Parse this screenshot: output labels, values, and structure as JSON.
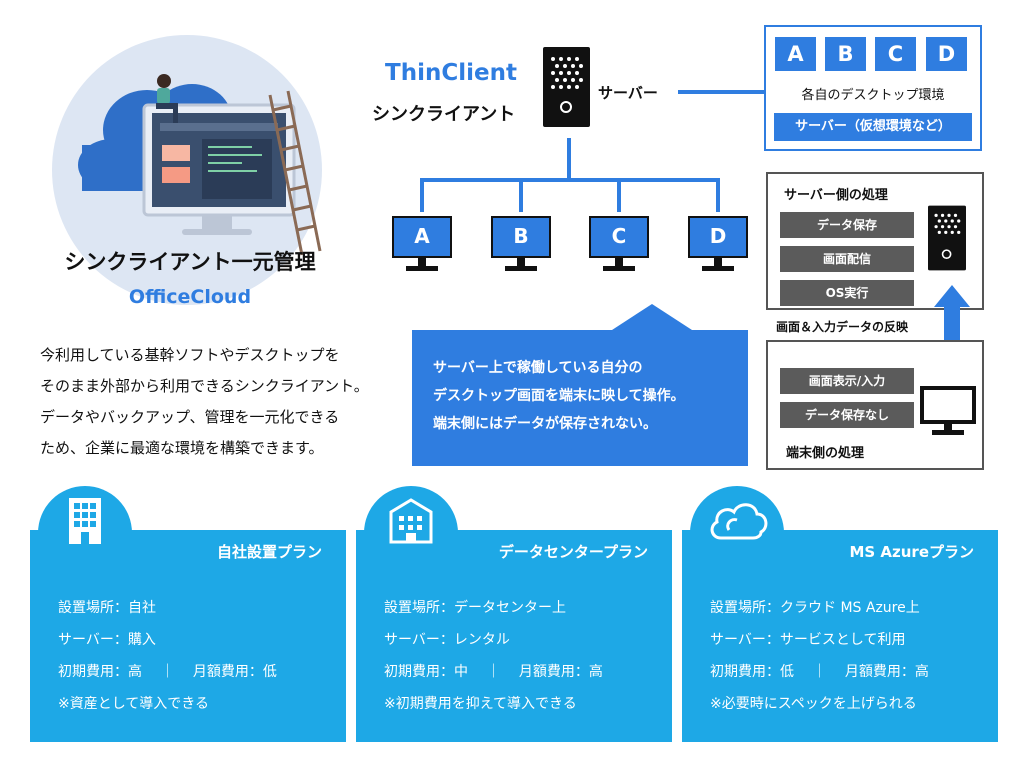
{
  "hero": {
    "title": "シンクライアント一元管理",
    "subtitle": "OfficeCloud"
  },
  "intro": {
    "lines": [
      "今利用している基幹ソフトやデスクトップを",
      "そのまま外部から利用できるシンクライアント。",
      "データやバックアップ、管理を一元化できる",
      "ため、企業に最適な環境を構築できます。"
    ]
  },
  "diagram": {
    "thinclient_en": "ThinClient",
    "thinclient_ja": "シンクライアント",
    "server_label": "サーバー",
    "terminals": [
      "A",
      "B",
      "C",
      "D"
    ],
    "env_letters": [
      "A",
      "B",
      "C",
      "D"
    ],
    "env_caption": "各自のデスクトップ環境",
    "env_server": "サーバー（仮想環境など）"
  },
  "server_side": {
    "title": "サーバー側の処理",
    "items": [
      "データ保存",
      "画面配信",
      "OS実行"
    ]
  },
  "reflect_label": "画面＆入力データの反映",
  "client_side": {
    "title": "端末側の処理",
    "items": [
      "画面表示/入力",
      "データ保存なし"
    ]
  },
  "callout": {
    "lines": [
      "サーバー上で稼働している自分の",
      "デスクトップ画面を端末に映して操作。",
      "端末側にはデータが保存されない。"
    ]
  },
  "plans": [
    {
      "icon": "building-icon",
      "title": "自社設置プラン",
      "lines": [
        "設置場所：自社",
        "サーバー：購入",
        "初期費用：高　 ｜　 月額費用：低",
        "※資産として導入できる"
      ]
    },
    {
      "icon": "datacenter-icon",
      "title": "データセンタープラン",
      "lines": [
        "設置場所：データセンター上",
        "サーバー：レンタル",
        "初期費用：中　 ｜　 月額費用：高",
        "※初期費用を抑えて導入できる"
      ]
    },
    {
      "icon": "cloud-icon",
      "title": "MS Azureプラン",
      "lines": [
        "設置場所：クラウド MS Azure上",
        "サーバー：サービスとして利用",
        "初期費用：低　 ｜　 月額費用：高",
        "※必要時にスペックを上げられる"
      ]
    }
  ],
  "colors": {
    "brand_blue": "#2f7de0",
    "plan_blue": "#1ea8e6",
    "dark_item": "#5b5b5b",
    "hero_bg": "#dde6f3"
  }
}
